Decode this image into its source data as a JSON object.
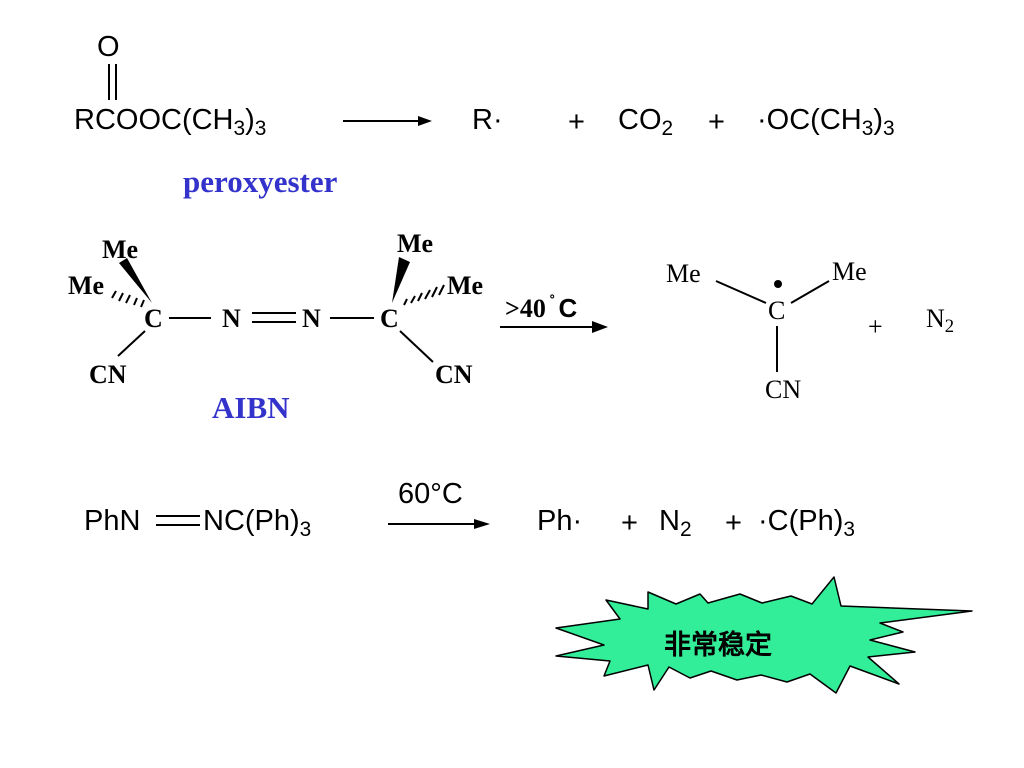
{
  "reaction1": {
    "carbonyl_o": "O",
    "reactant_prefix": "RCOOC(CH",
    "reactant_sub": "3",
    "reactant_close": ")",
    "reactant_sub2": "3",
    "product_r": "R·",
    "plus": "+",
    "co2_main": "CO",
    "co2_sub": "2",
    "radical_prefix": "·OC(CH",
    "radical_sub": "3",
    "radical_close": ")",
    "radical_sub2": "3",
    "label": "peroxyester",
    "label_color": "#3333cc"
  },
  "reaction2": {
    "me": "Me",
    "c": "C",
    "n": "N",
    "cn": "CN",
    "condition": ">40˚C",
    "condition_num": ">40",
    "condition_deg": "˚",
    "condition_c": "C",
    "label": "AIBN",
    "label_color": "#3333cc",
    "product_me": "Me",
    "product_c": "C",
    "product_cn": "CN",
    "plus": "+",
    "n2_main": "N",
    "n2_sub": "2"
  },
  "reaction3": {
    "reactant_left": "PhN",
    "reactant_right": "NC(Ph)",
    "reactant_sub": "3",
    "condition": "60°C",
    "product_ph": "Ph·",
    "plus": "+",
    "n2_main": "N",
    "n2_sub": "2",
    "radical": "·C(Ph)",
    "radical_sub": "3"
  },
  "callout": {
    "text": "非常稳定",
    "fill_color": "#33ee99"
  }
}
